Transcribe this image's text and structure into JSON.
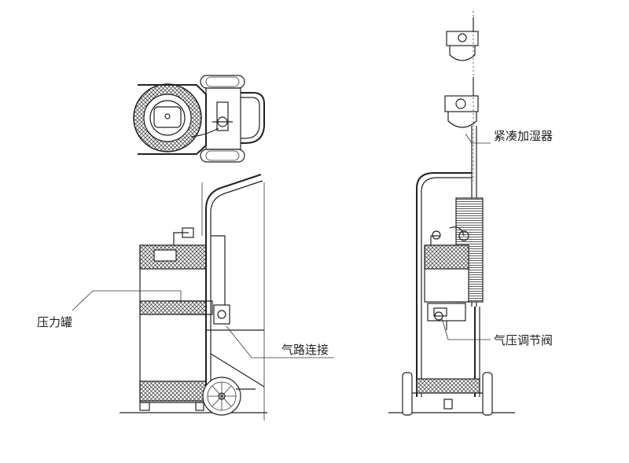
{
  "labels": {
    "pressure_tank": "压力罐",
    "air_connection": "气路连接",
    "compact_humidifier": "紧凑加湿器",
    "pressure_regulator": "气压调节阀"
  }
}
